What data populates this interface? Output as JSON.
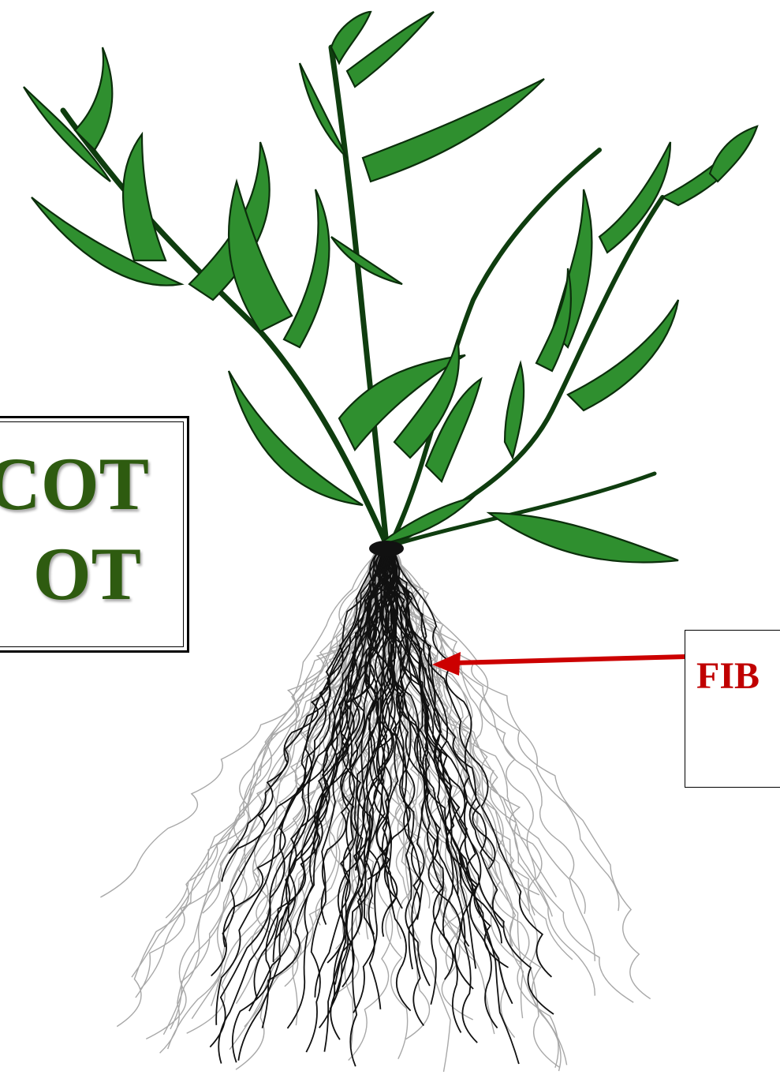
{
  "title": {
    "line1": "COT",
    "line2": "OT"
  },
  "label": {
    "text": "FIB"
  },
  "colors": {
    "leaf": "#2f8f2f",
    "leaf_dark": "#1e6b1e",
    "title_text": "#2e5b10",
    "label_text": "#c00000",
    "arrow": "#cc0000",
    "root": "#111111",
    "root_faint": "#9a9a9a"
  }
}
